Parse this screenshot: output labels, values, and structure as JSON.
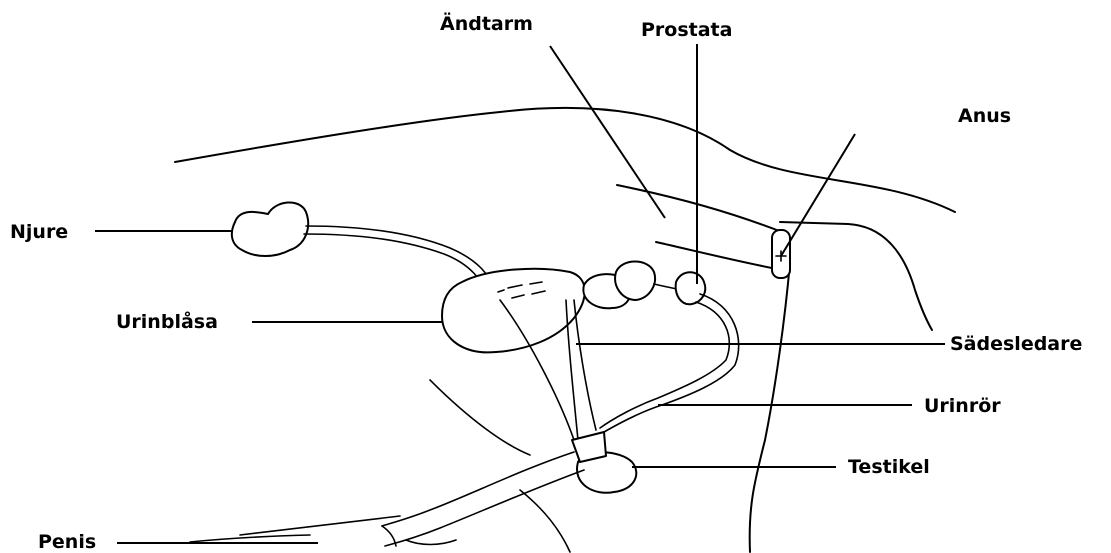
{
  "labels": {
    "rectum": "Ändtarm",
    "prostate": "Prostata",
    "anus": "Anus",
    "kidney": "Njure",
    "bladder": "Urinblåsa",
    "vas_deferens": "Sädesledare",
    "urethra": "Urinrör",
    "testicle": "Testikel",
    "penis": "Penis"
  }
}
